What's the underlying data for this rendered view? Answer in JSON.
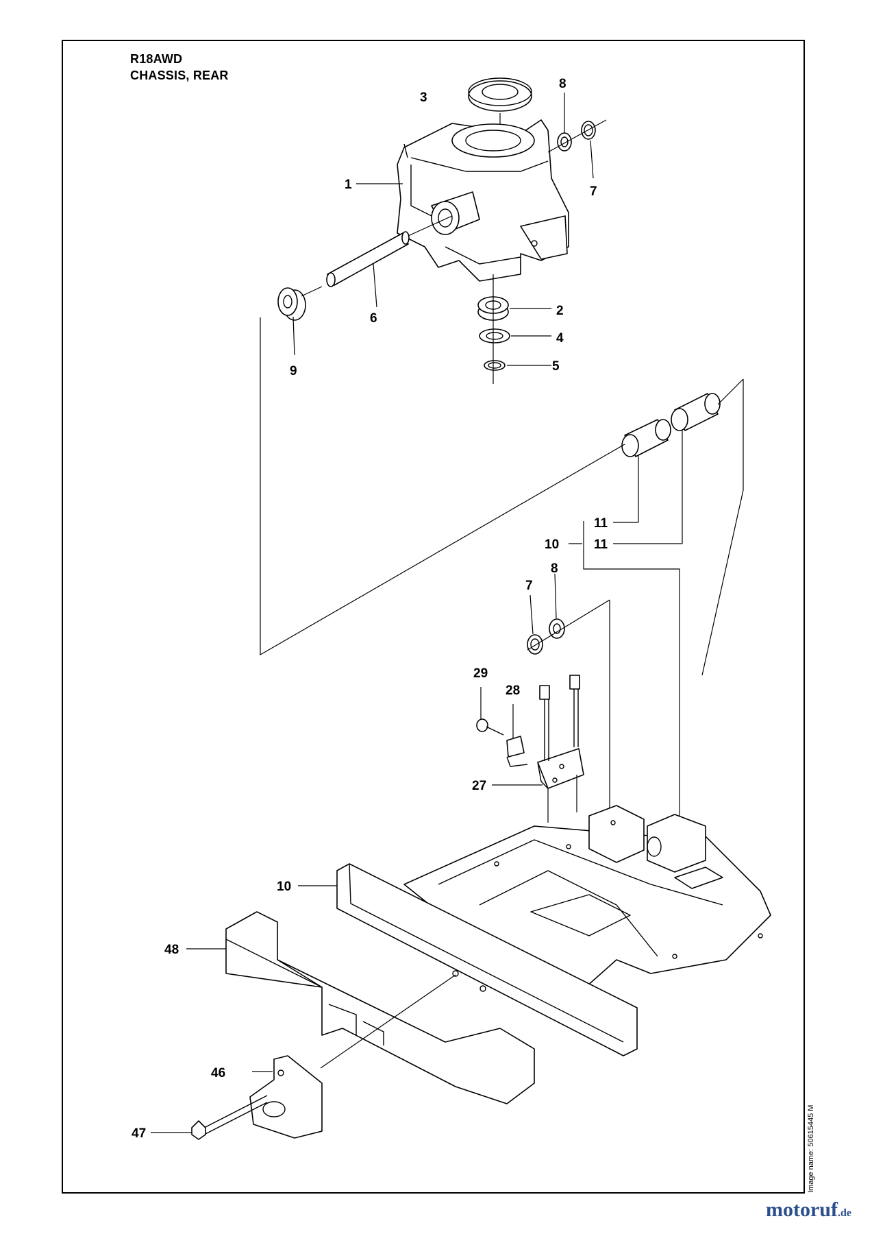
{
  "header": {
    "model": "R18AWD",
    "section": "CHASSIS, REAR"
  },
  "callouts": {
    "c1": "1",
    "c2": "2",
    "c3": "3",
    "c4": "4",
    "c5": "5",
    "c6": "6",
    "c7a": "7",
    "c7b": "7",
    "c8a": "8",
    "c8b": "8",
    "c9": "9",
    "c10a": "10",
    "c10b": "10",
    "c11a": "11",
    "c11b": "11",
    "c27": "27",
    "c28": "28",
    "c29": "29",
    "c46": "46",
    "c47": "47",
    "c48": "48"
  },
  "footer": {
    "image_name": "Image name: 50615445 M",
    "watermark_brand": "motoruf",
    "watermark_tld": ".de"
  }
}
